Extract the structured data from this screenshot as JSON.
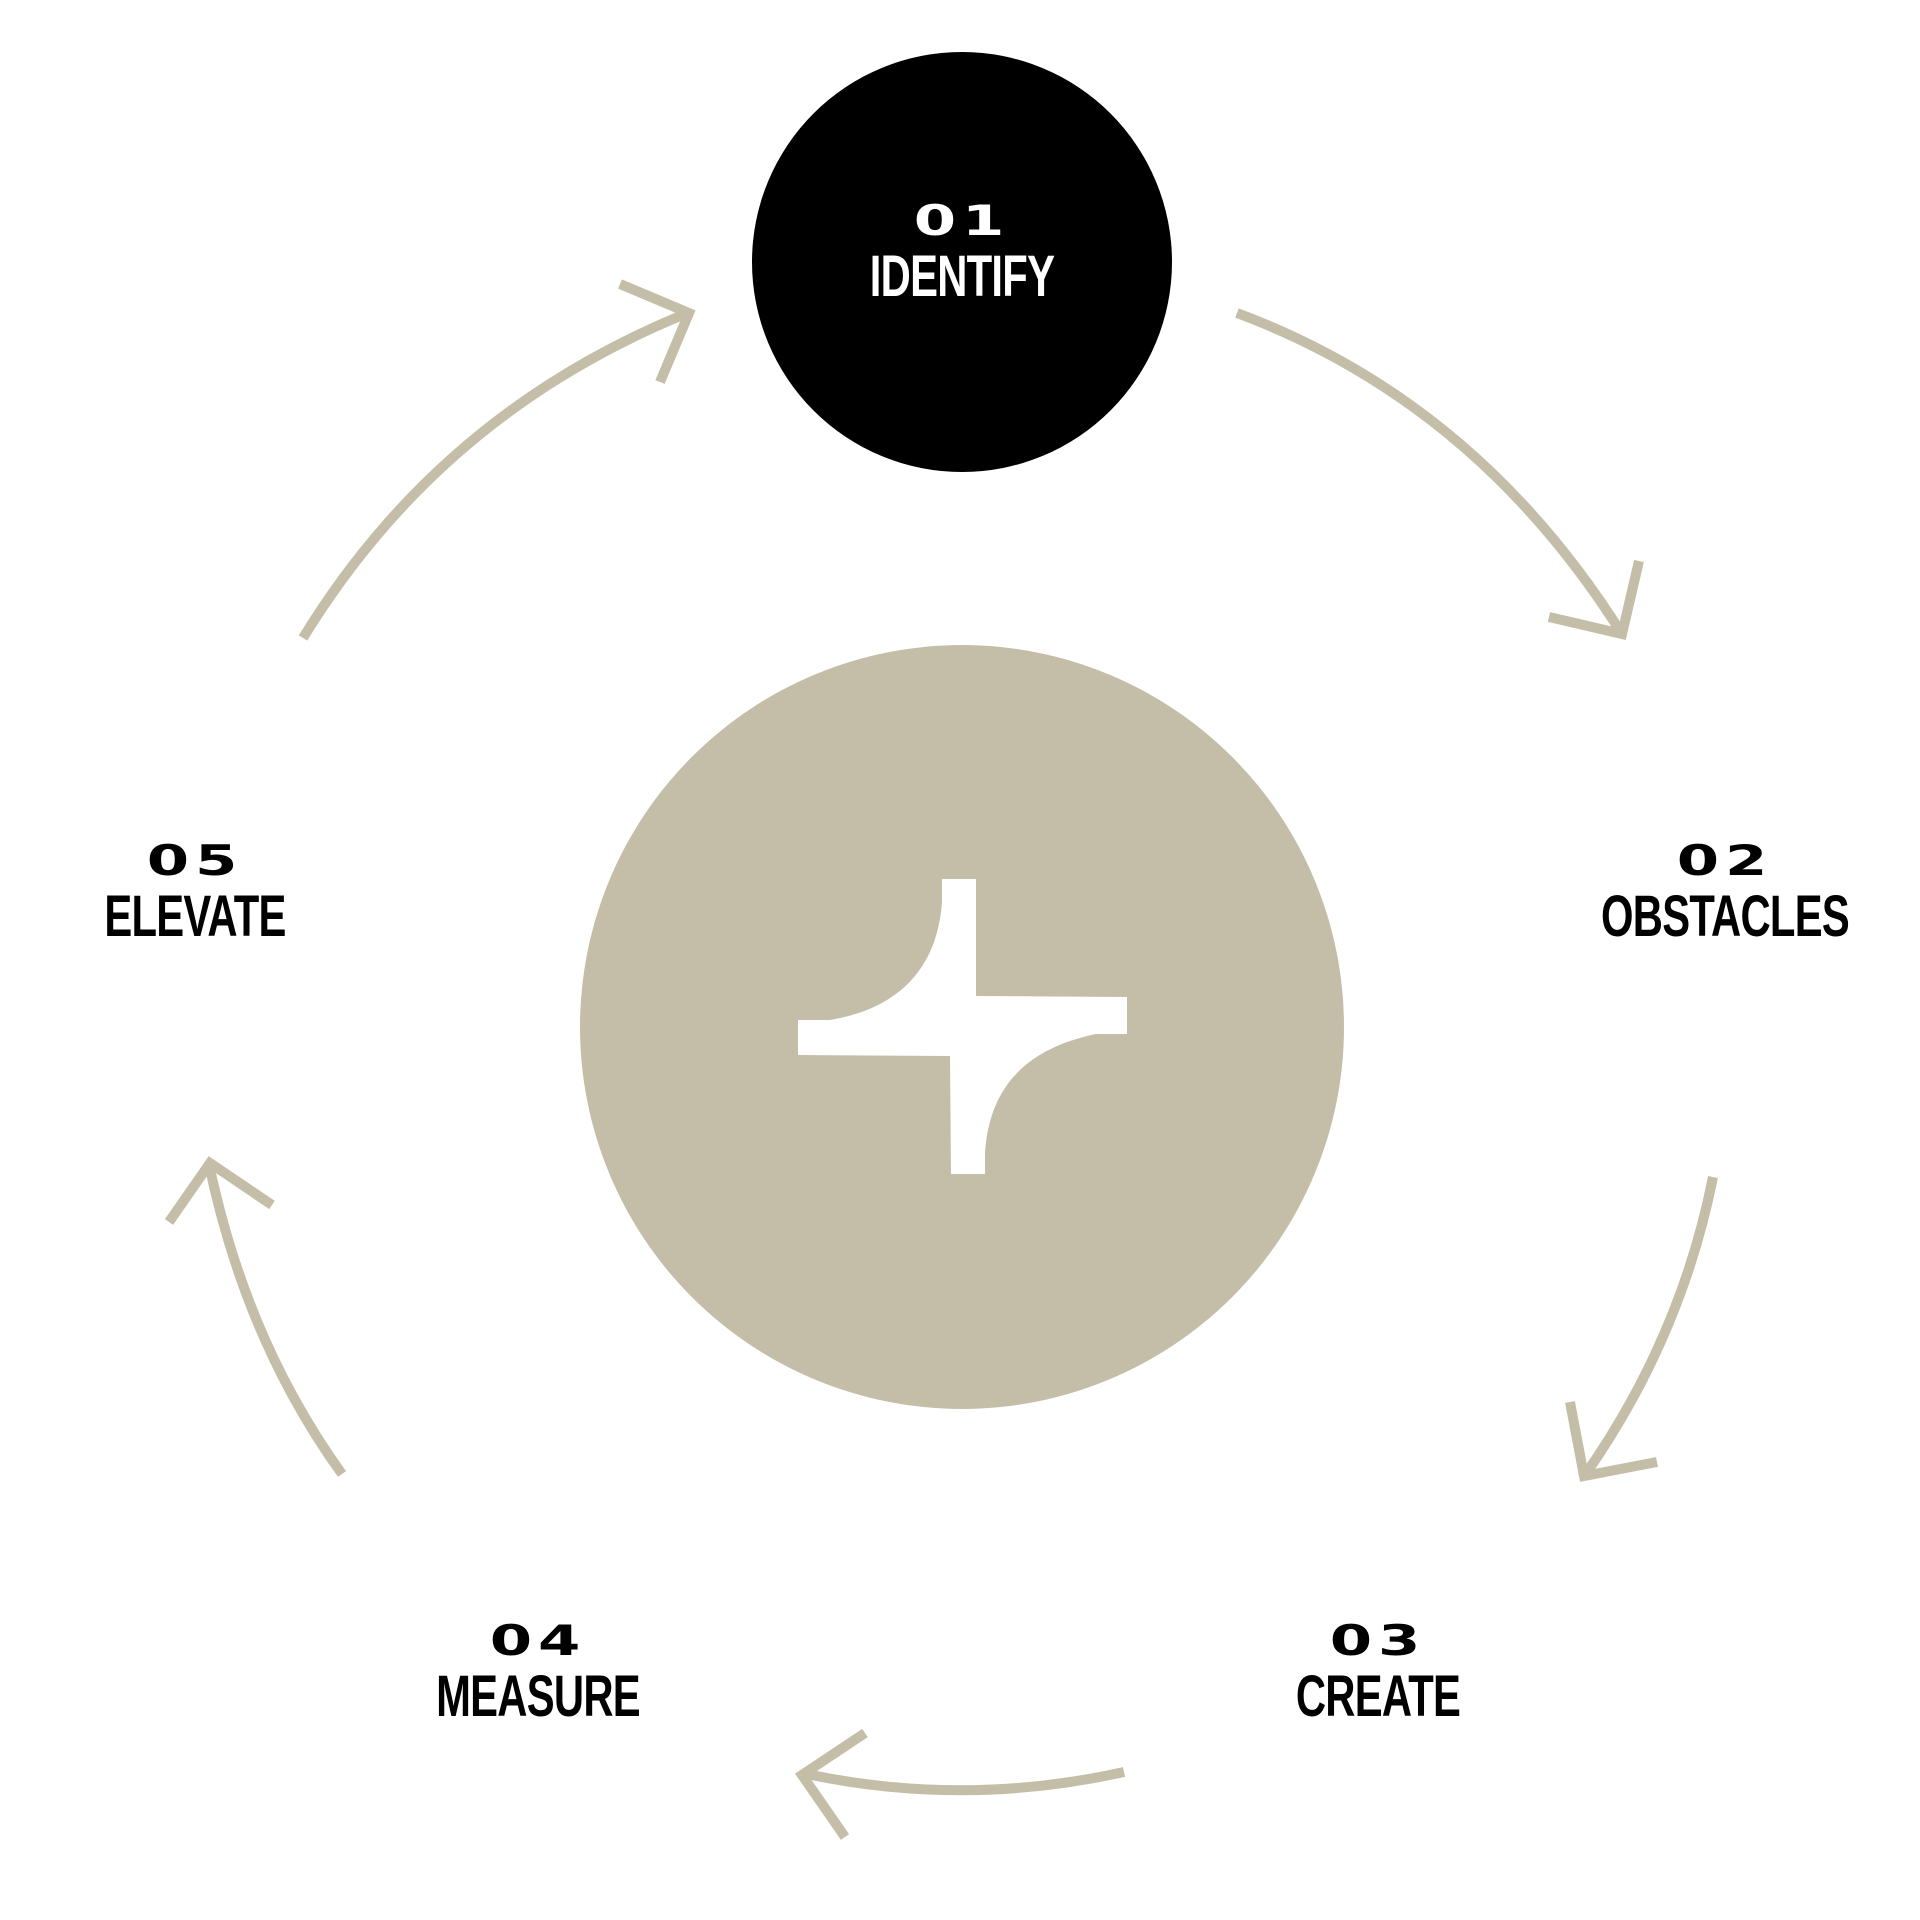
{
  "colors": {
    "accent": "#C4BEA9",
    "active_step": "#000000",
    "text": "#000000",
    "active_text": "#FFFFFF",
    "background": "#FFFFFF",
    "center_mark": "#FFFFFF"
  },
  "steps": [
    {
      "number": "01",
      "label": "IDENTIFY",
      "active": true
    },
    {
      "number": "02",
      "label": "OBSTACLES",
      "active": false
    },
    {
      "number": "03",
      "label": "CREATE",
      "active": false
    },
    {
      "number": "04",
      "label": "MEASURE",
      "active": false
    },
    {
      "number": "05",
      "label": "ELEVATE",
      "active": false
    }
  ],
  "center": {
    "icon": "four-point-star-icon"
  },
  "connectors": {
    "icon": "curved-arrow-icon",
    "direction": "clockwise"
  }
}
